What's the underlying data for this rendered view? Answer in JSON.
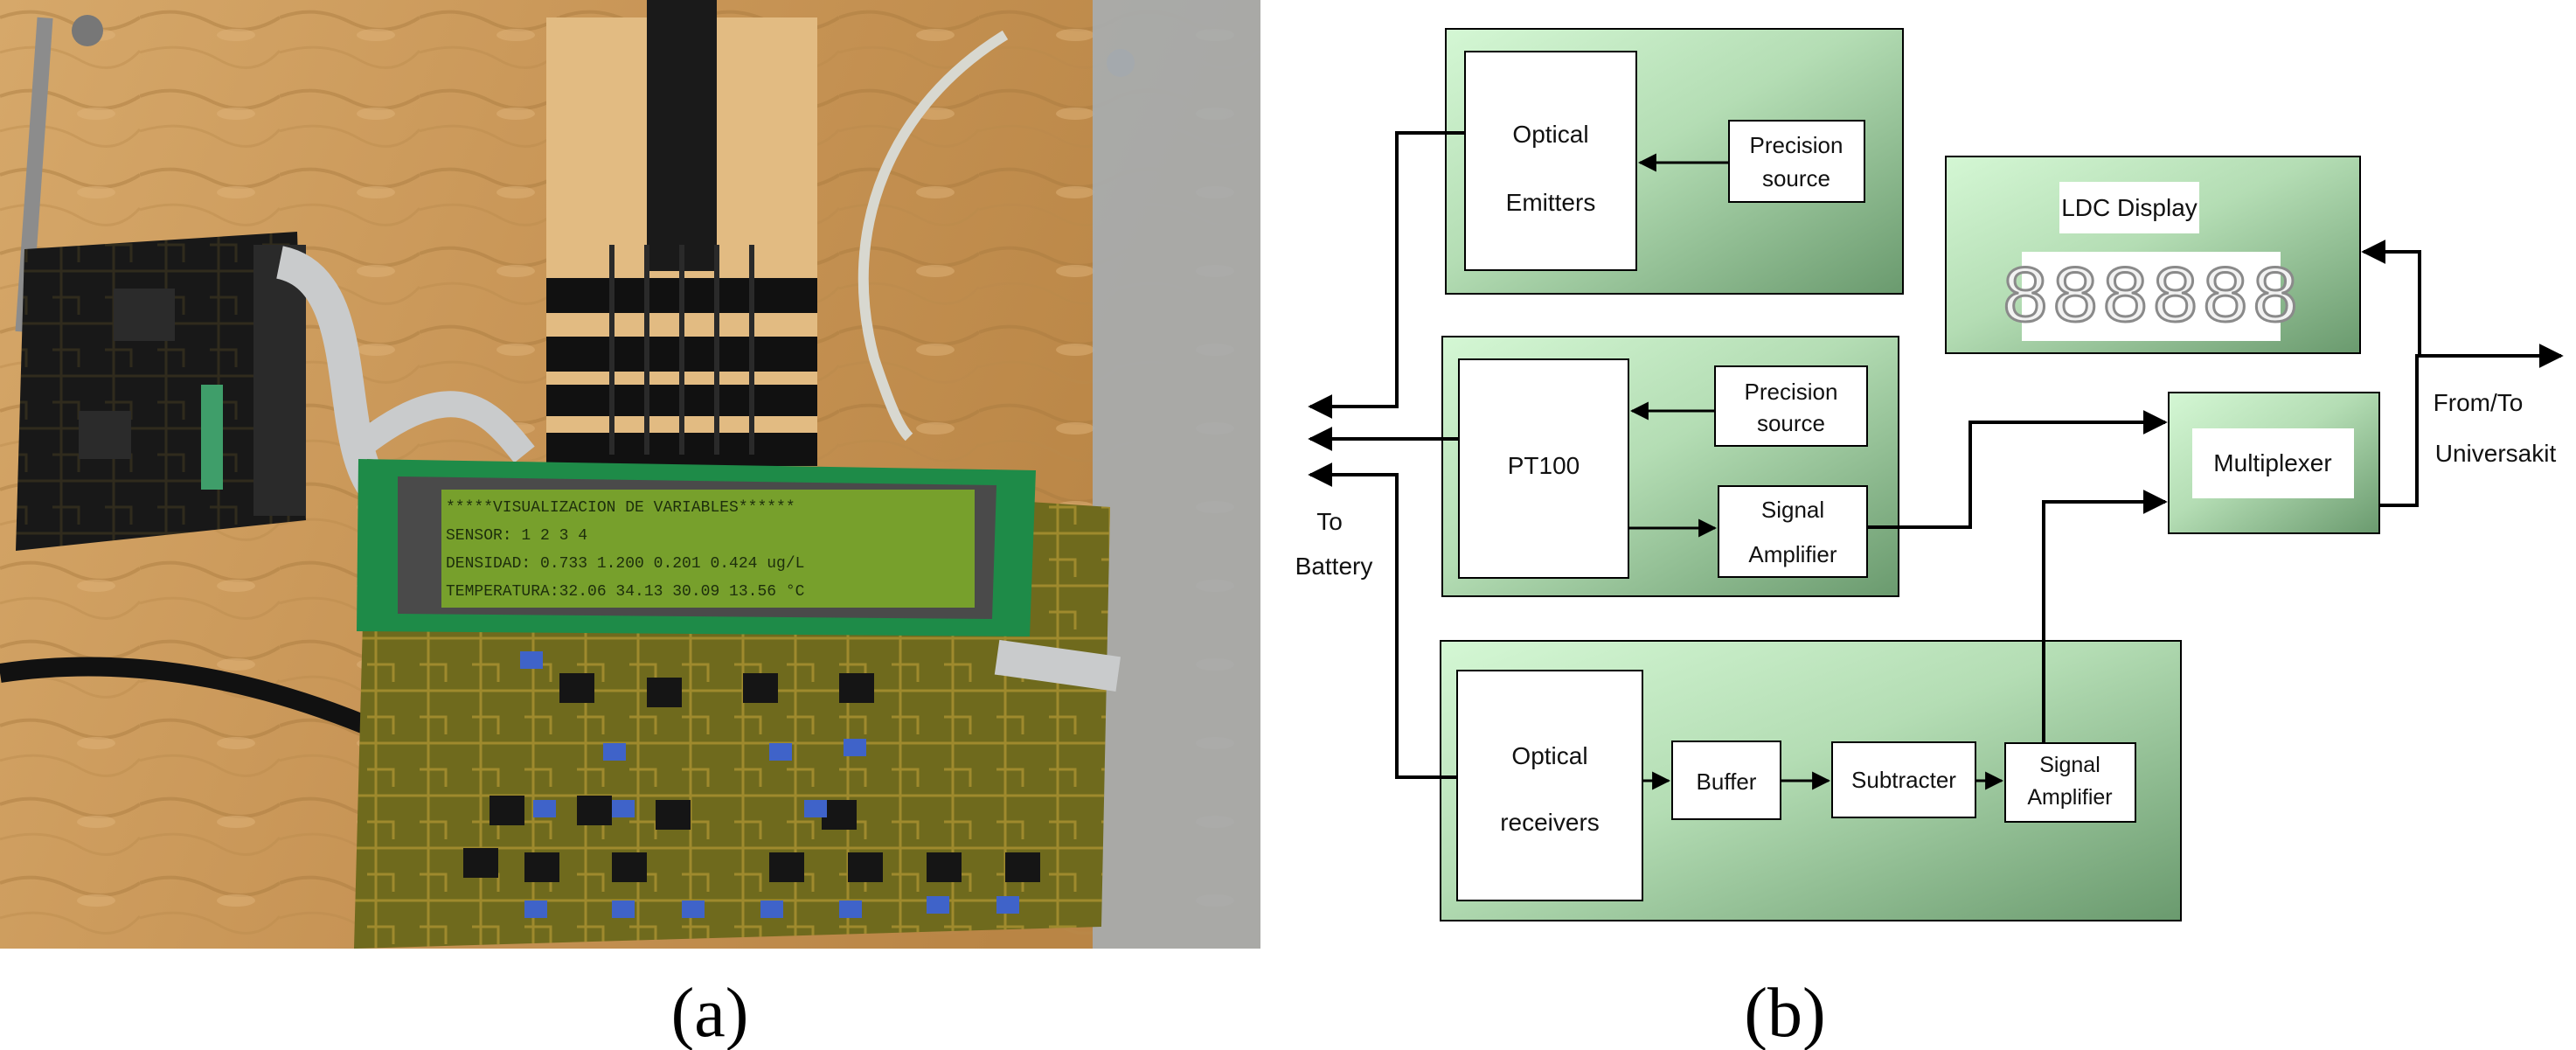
{
  "photo": {
    "lcd_lines": [
      "*****VISUALIZACION DE VARIABLES******",
      "SENSOR:     1      2      3      4",
      "DENSIDAD:   0.733 1.200  0.201  0.424 ug/L",
      "TEMPERATURA:32.06 34.13  30.09  13.56 °C"
    ]
  },
  "captions": {
    "a": "(a)",
    "b": "(b)"
  },
  "diagram": {
    "emitters_group": {
      "block": [
        "Optical",
        "Emitters"
      ],
      "source": [
        "Precision",
        "source"
      ]
    },
    "pt100_group": {
      "block": "PT100",
      "source": [
        "Precision",
        "source"
      ],
      "amplifier": [
        "Signal",
        "Amplifier"
      ]
    },
    "receivers_group": {
      "block": [
        "Optical",
        "receivers"
      ],
      "buffer": "Buffer",
      "subtracter": "Subtracter",
      "amplifier": [
        "Signal",
        "Amplifier"
      ]
    },
    "display": {
      "title": "LDC Display",
      "digits": "888888"
    },
    "multiplexer": "Multiplexer",
    "to_battery": [
      "To",
      "Battery"
    ],
    "from_to": [
      "From/To",
      "Universakit"
    ]
  },
  "colors": {
    "group_fill_light": "#ccf4cc",
    "group_fill_dark": "#6e9e72",
    "wood": "#c99a5c",
    "pcb": "#6f6a1d",
    "lcd": "#77a02c"
  }
}
